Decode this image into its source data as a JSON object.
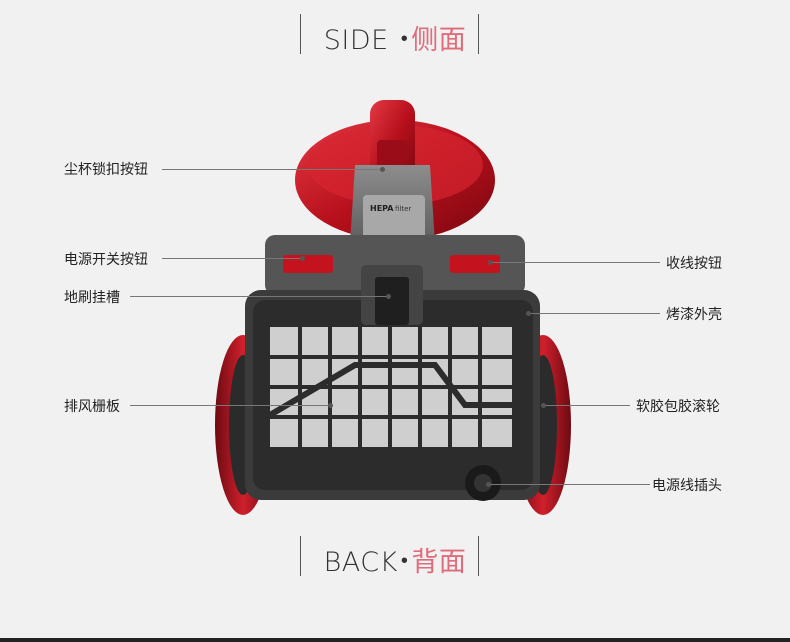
{
  "headings": {
    "side_en": "SIDE",
    "side_zh": "侧面",
    "back_en": "BACK",
    "back_zh": "背面",
    "bullet": "•"
  },
  "product": {
    "badge_text": "HEPA",
    "badge_sub": "filter",
    "body_color": "#c1121f",
    "housing_color": "#3b3b3b"
  },
  "labels": {
    "dust_cup_lock_button": "尘杯锁扣按钮",
    "power_switch_button": "电源开关按钮",
    "brush_holder_slot": "地刷挂槽",
    "exhaust_grille": "排风栅板",
    "cord_rewind_button": "收线按钮",
    "painted_shell": "烤漆外壳",
    "rubber_wheel": "软胶包胶滚轮",
    "power_plug": "电源线插头"
  }
}
